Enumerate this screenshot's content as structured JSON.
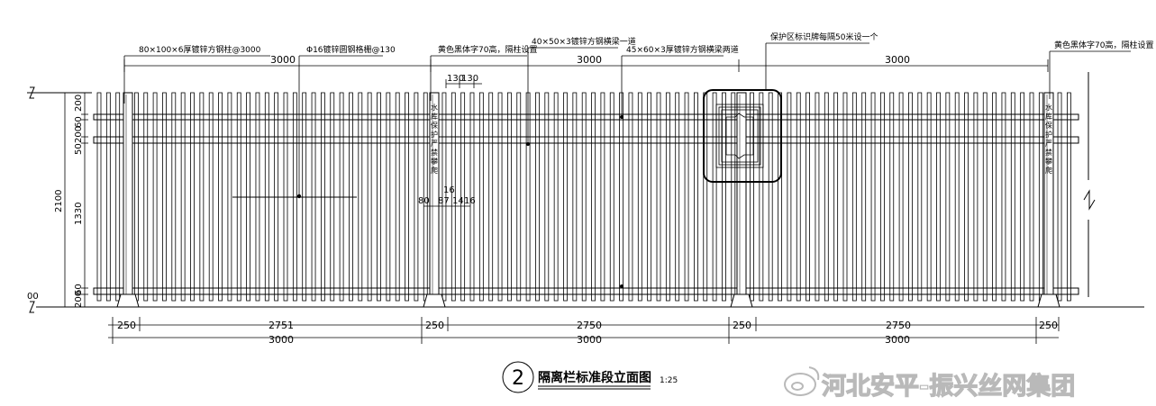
{
  "annotations": {
    "post": "80×100×6厚镀锌方钢柱@3000",
    "bar": "Φ16镀锌圆钢格栅@130",
    "text_left": "黄色黑体字70高，隔柱设置",
    "rail_top": "40×50×3镀锌方钢横梁一道",
    "rail_main": "45×60×3厚镀锌方钢横梁两道",
    "sign": "保护区标识牌每隔50米设一个",
    "text_right": "黄色黑体字70高，隔柱设置"
  },
  "post_text": "水库保护严禁攀爬",
  "top_dims": [
    "3000",
    "3000",
    "3000"
  ],
  "spacing_dims": [
    "130",
    "130"
  ],
  "detail_dims": [
    "16",
    "80",
    "87",
    "14",
    "16"
  ],
  "left_dims": [
    "200",
    "60",
    "200",
    "50",
    "1330",
    "2100",
    "60",
    "200"
  ],
  "left_cut": "00",
  "bottom_row1": [
    "250",
    "2751",
    "250",
    "2750",
    "250",
    "2750",
    "250"
  ],
  "bottom_row2": [
    "3000",
    "3000",
    "3000"
  ],
  "title": {
    "number": "2",
    "text": "隔离栏标准段立面图",
    "scale": "1:25"
  },
  "watermark": "河北安平-振兴丝网集团"
}
